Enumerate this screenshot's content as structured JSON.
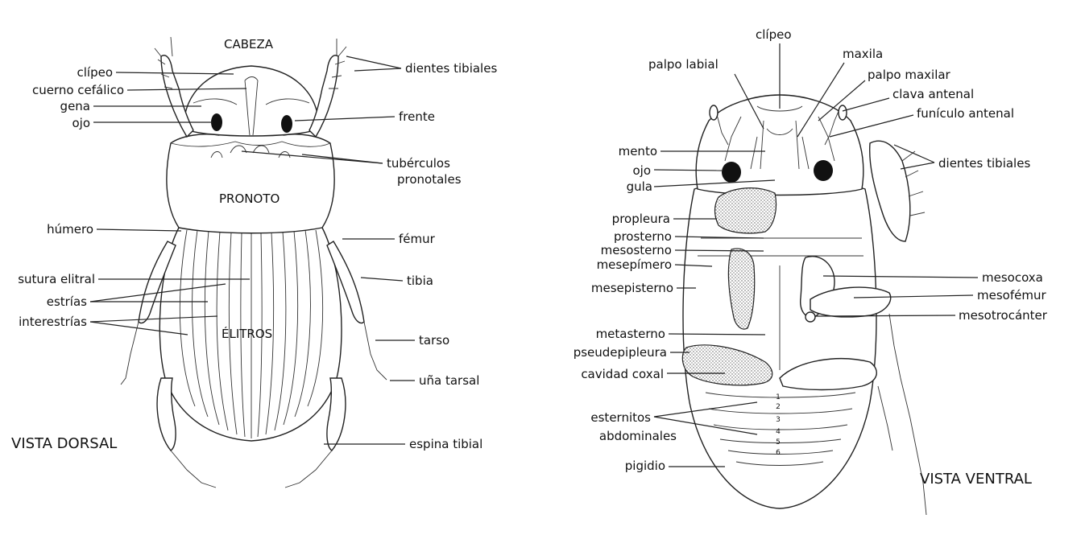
{
  "dorsal": {
    "view_title": "VISTA DORSAL",
    "labels": {
      "cabeza": "CABEZA",
      "pronoto": "PRONOTO",
      "elitros": "ÉLITROS",
      "clipeo": "clípeo",
      "cuerno_cefalico": "cuerno cefálico",
      "gena": "gena",
      "ojo": "ojo",
      "humero": "húmero",
      "sutura_elitral": "sutura elitral",
      "estrias": "estrías",
      "interestrias": "interestrías",
      "dientes_tibiales": "dientes tibiales",
      "frente": "frente",
      "tuberculos": "tubérculos",
      "pronotales": "pronotales",
      "femur": "fémur",
      "tibia": "tibia",
      "tarso": "tarso",
      "una_tarsal": "uña tarsal",
      "espina_tibial": "espina tibial"
    }
  },
  "ventral": {
    "view_title": "VISTA VENTRAL",
    "labels": {
      "clipeo": "clípeo",
      "palpo_labial": "palpo labial",
      "maxila": "maxila",
      "palpo_maxilar": "palpo maxilar",
      "clava_antenal": "clava antenal",
      "funiculo_antenal": "funículo antenal",
      "mento": "mento",
      "ojo": "ojo",
      "gula": "gula",
      "dientes_tibiales": "dientes tibiales",
      "propleura": "propleura",
      "prosterno": "prosterno",
      "mesosterno": "mesosterno",
      "mesepimero": "mesepímero",
      "mesepisterno": "mesepisterno",
      "mesocoxa": "mesocoxa",
      "mesofemur": "mesofémur",
      "mesotrocanter": "mesotrocánter",
      "metasterno": "metasterno",
      "pseudepipleura": "pseudepipleura",
      "cavidad_coxal": "cavidad coxal",
      "esternitos": "esternitos",
      "abdominales": "abdominales",
      "pigidio": "pigidio"
    },
    "sternite_numbers": [
      "1",
      "2",
      "3",
      "4",
      "5",
      "6"
    ]
  }
}
